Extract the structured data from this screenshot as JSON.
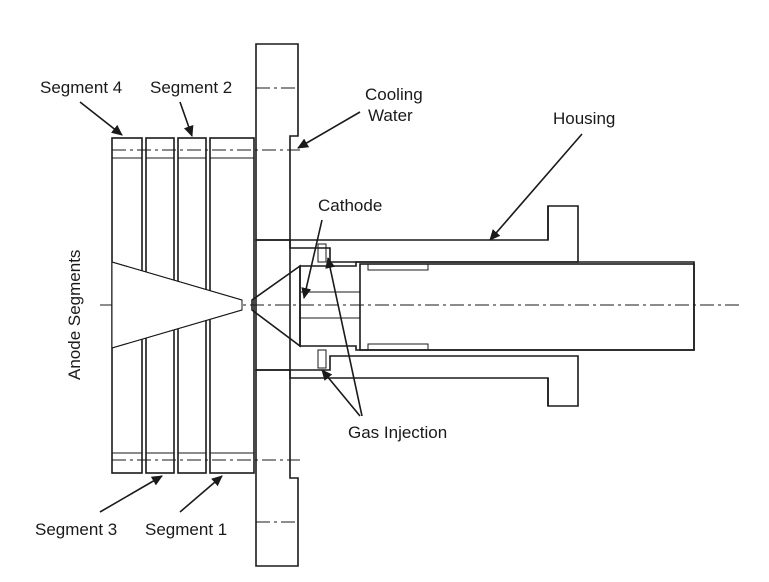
{
  "labels": {
    "segment4": "Segment 4",
    "segment2": "Segment 2",
    "cooling_water_1": "Cooling",
    "cooling_water_2": "Water",
    "housing": "Housing",
    "cathode": "Cathode",
    "anode_segments": "Anode Segments",
    "gas_injection": "Gas Injection",
    "segment3": "Segment 3",
    "segment1": "Segment 1"
  },
  "colors": {
    "ink": "#1a1a1a",
    "background": "#ffffff"
  }
}
